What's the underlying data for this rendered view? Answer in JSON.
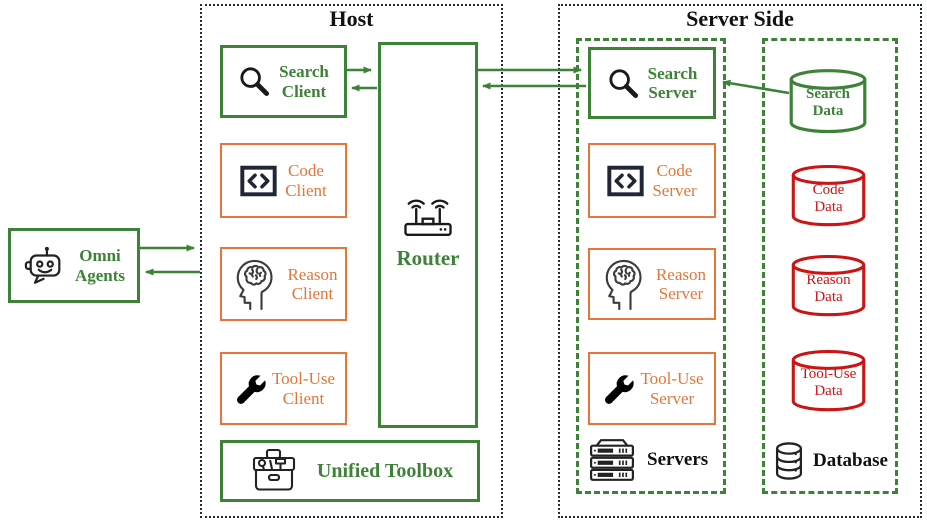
{
  "colors": {
    "green": "#3e8238",
    "orange": "#e4763b",
    "red": "#cc1414",
    "frame_dotted": "#1b2a3d"
  },
  "agents": {
    "line1": "Omni",
    "line2": "Agents",
    "icon": "robot-icon"
  },
  "host": {
    "title": "Host",
    "search_client": {
      "line1": "Search",
      "line2": "Client",
      "icon": "magnifier-icon"
    },
    "code_client": {
      "line1": "Code",
      "line2": "Client",
      "icon": "code-icon"
    },
    "reason_client": {
      "line1": "Reason",
      "line2": "Client",
      "icon": "brain-icon"
    },
    "tooluse_client": {
      "line1": "Tool-Use",
      "line2": "Client",
      "icon": "wrench-icon"
    },
    "router_label": "Router",
    "router_icon": "wifi-router-icon",
    "toolbox_label": "Unified Toolbox",
    "toolbox_icon": "toolbox-icon"
  },
  "server_side": {
    "title": "Server Side",
    "search_server": {
      "line1": "Search",
      "line2": "Server",
      "icon": "magnifier-icon"
    },
    "code_server": {
      "line1": "Code",
      "line2": "Server",
      "icon": "code-icon"
    },
    "reason_server": {
      "line1": "Reason",
      "line2": "Server",
      "icon": "brain-icon"
    },
    "tooluse_server": {
      "line1": "Tool-Use",
      "line2": "Server",
      "icon": "wrench-icon"
    },
    "servers_label": "Servers",
    "servers_icon": "server-rack-icon",
    "search_data": {
      "line1": "Search",
      "line2": "Data"
    },
    "code_data": {
      "line1": "Code",
      "line2": "Data"
    },
    "reason_data": {
      "line1": "Reason",
      "line2": "Data"
    },
    "tooluse_data": {
      "line1": "Tool-Use",
      "line2": "Data"
    },
    "database_label": "Database",
    "database_icon": "database-icon"
  }
}
